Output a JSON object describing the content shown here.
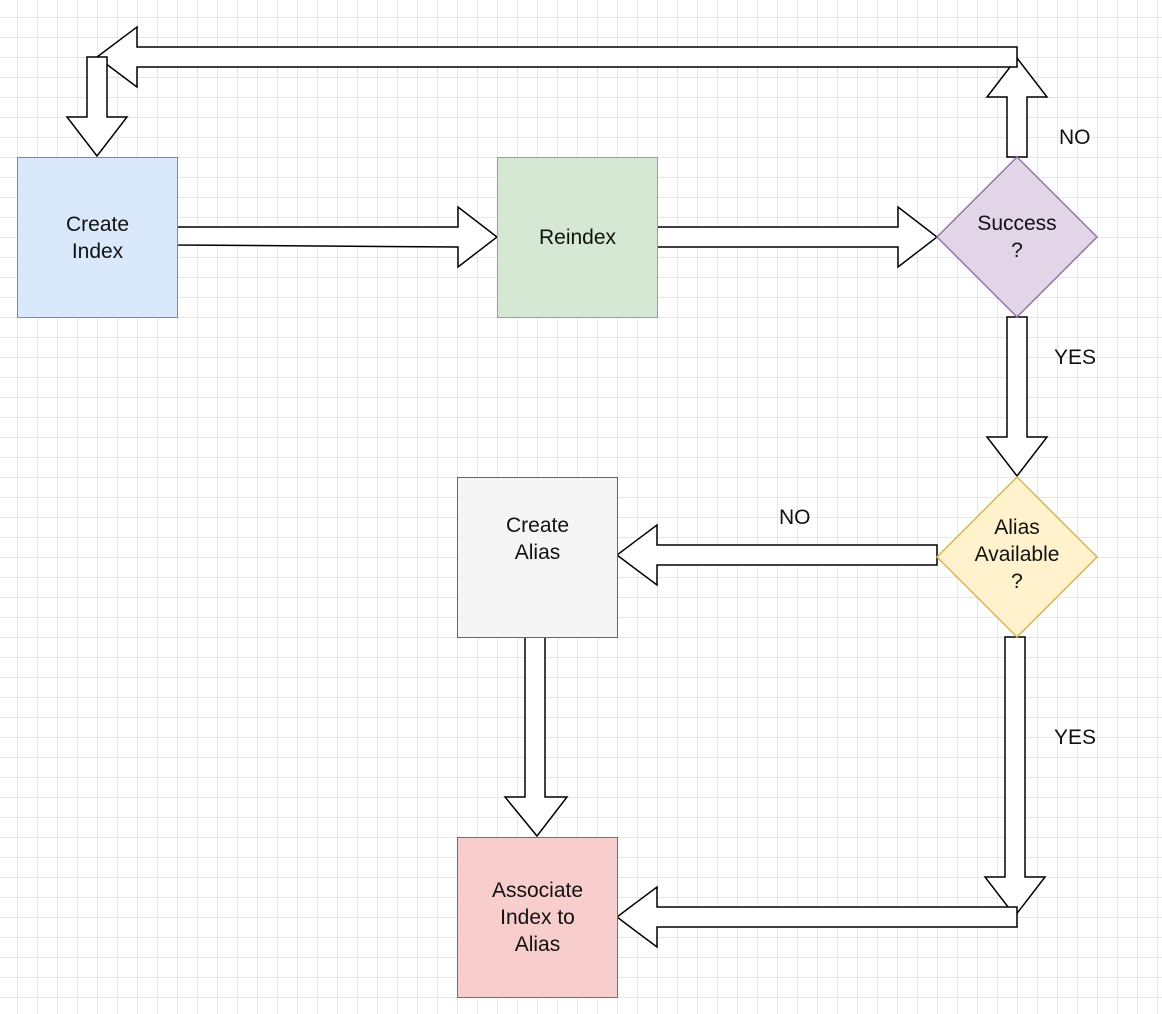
{
  "nodes": {
    "create_index": {
      "text": "Create\nIndex",
      "fill": "#dae8fc",
      "stroke": "#6c8ebf"
    },
    "reindex": {
      "text": "Reindex",
      "fill": "#d5e8d4",
      "stroke": "#82b366"
    },
    "success": {
      "text": "Success\n?",
      "fill": "#e1d5e7",
      "stroke": "#9673a6"
    },
    "alias_available": {
      "text": "Alias\nAvailable\n?",
      "fill": "#fff2cc",
      "stroke": "#d6b656"
    },
    "create_alias": {
      "text": "Create\nAlias",
      "fill": "#f5f5f5",
      "stroke": "#666666"
    },
    "associate": {
      "text": "Associate\nIndex to\nAlias",
      "fill": "#f8cecc",
      "stroke": "#b85450"
    }
  },
  "labels": {
    "success_no": "NO",
    "success_yes": "YES",
    "alias_no": "NO",
    "alias_yes": "YES"
  }
}
